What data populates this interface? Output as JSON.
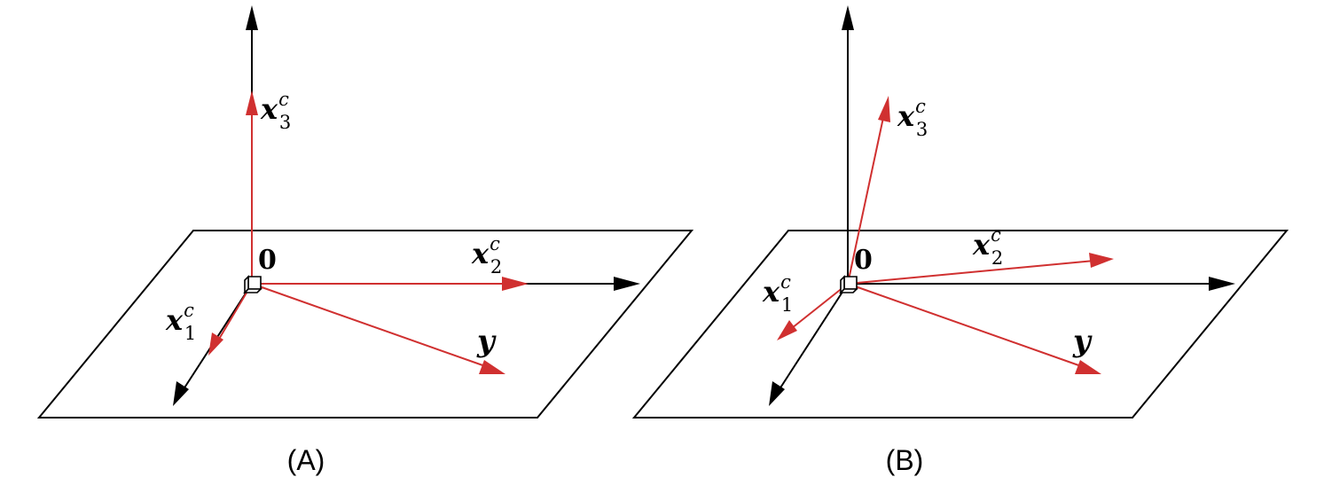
{
  "panels": [
    {
      "id": "A",
      "caption": "(A)",
      "origin_label": "0",
      "labels": {
        "x1": {
          "base": "x",
          "sub": "1",
          "sup": "c"
        },
        "x2": {
          "base": "x",
          "sub": "2",
          "sup": "c"
        },
        "x3": {
          "base": "x",
          "sub": "3",
          "sup": "c"
        },
        "y": {
          "base": "y"
        }
      }
    },
    {
      "id": "B",
      "caption": "(B)",
      "origin_label": "0",
      "labels": {
        "x1": {
          "base": "x",
          "sub": "1",
          "sup": "c"
        },
        "x2": {
          "base": "x",
          "sub": "2",
          "sup": "c"
        },
        "x3": {
          "base": "x",
          "sub": "3",
          "sup": "c"
        },
        "y": {
          "base": "y"
        }
      }
    }
  ],
  "colors": {
    "axis": "#000000",
    "vector": "#d03030"
  }
}
